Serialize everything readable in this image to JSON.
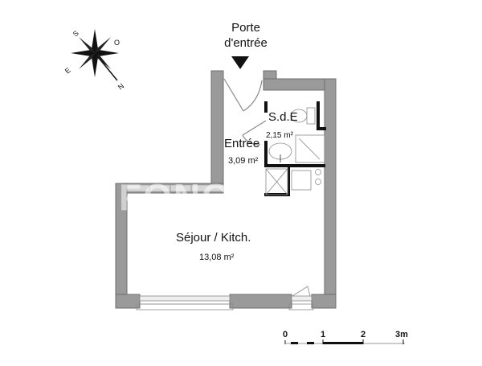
{
  "plan": {
    "entrance_label_line1": "Porte",
    "entrance_label_line2": "d'entrée",
    "compass": {
      "letters": [
        "S",
        "O",
        "E",
        "N"
      ]
    },
    "rooms": [
      {
        "name": "S.d.E",
        "area": "2,15 m²"
      },
      {
        "name": "Entrée",
        "area": "3,09 m²"
      },
      {
        "name": "Séjour / Kitch.",
        "area": "13,08 m²"
      }
    ],
    "scale_bar": {
      "ticks": [
        "0",
        "1",
        "2",
        "3m"
      ]
    },
    "colors": {
      "wall": "#9a9a9a",
      "wall_border": "#6e6e6e",
      "fixture_line": "#8a8a8a",
      "inner_wall": "#111111"
    }
  }
}
